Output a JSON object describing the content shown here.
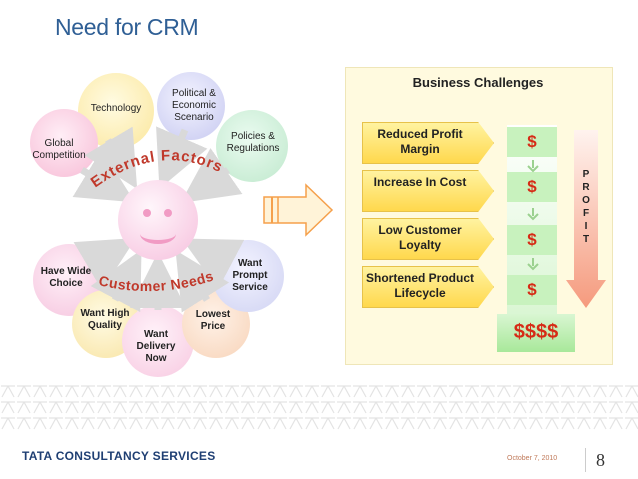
{
  "slide": {
    "title": "Need for CRM",
    "page_number": "8"
  },
  "external_factors": {
    "heading": "External Factors",
    "items": [
      "Technology",
      "Political & Economic Scenario",
      "Global Competition",
      "Policies & Regulations"
    ]
  },
  "customer_needs": {
    "heading": "Customer Needs",
    "items": [
      "Have Wide Choice",
      "Want High Quality",
      "Want Delivery Now",
      "Lowest Price",
      "Want Prompt Service"
    ]
  },
  "business_challenges": {
    "heading": "Business Challenges",
    "items": [
      "Reduced Profit Margin",
      "Increase In Cost",
      "Low Customer Loyalty",
      "Shortened Product Lifecycle"
    ],
    "dollar": "$",
    "total": "$$$$",
    "profit_letters": [
      "P",
      "R",
      "O",
      "F",
      "I",
      "T"
    ]
  },
  "footer": {
    "company": "TATA CONSULTANCY SERVICES",
    "date": "October 7, 2010"
  },
  "colors": {
    "title": "#2f5f95",
    "accent_red": "#d62b16",
    "heading_red": "#c0392b"
  }
}
